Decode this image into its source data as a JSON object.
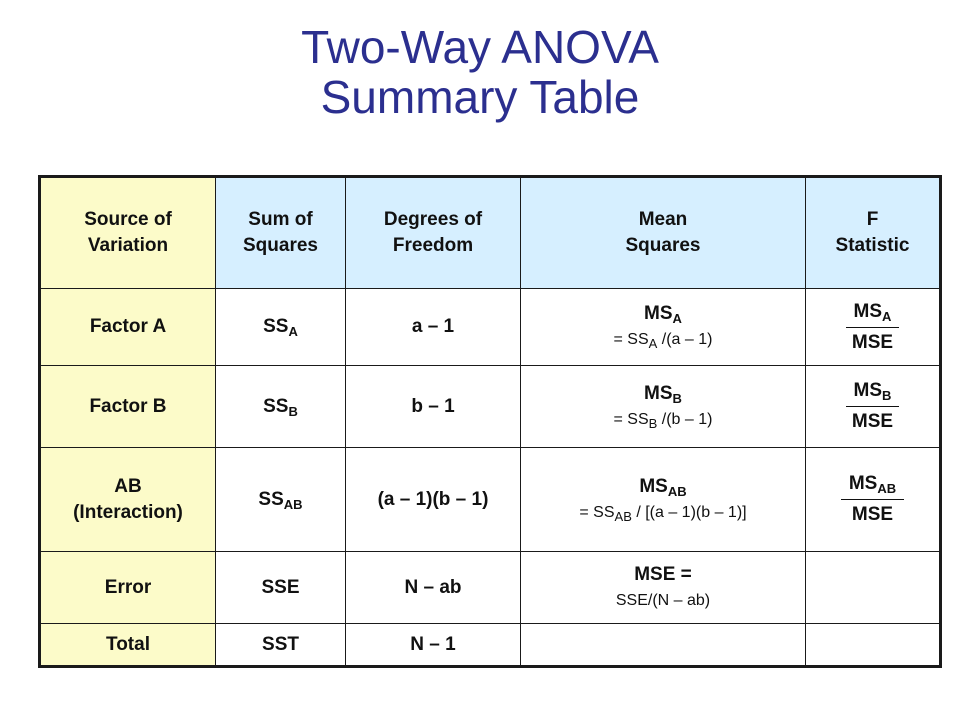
{
  "title": {
    "line1": "Two-Way ANOVA",
    "line2": "Summary Table"
  },
  "headers": {
    "source": [
      "Source of",
      "Variation"
    ],
    "ss": [
      "Sum of",
      "Squares"
    ],
    "df": [
      "Degrees of",
      "Freedom"
    ],
    "ms": [
      "Mean",
      "Squares"
    ],
    "f": [
      "F",
      "Statistic"
    ]
  },
  "rows": {
    "factor_a": {
      "source": "Factor A",
      "ss_base": "SS",
      "ss_sub": "A",
      "df": "a – 1",
      "ms_base": "MS",
      "ms_sub": "A",
      "ms_formula_pre": "= SS",
      "ms_formula_sub": "A",
      "ms_formula_post": " /(a – 1)",
      "f_num_base": "MS",
      "f_num_sub": "A",
      "f_den": "MSE"
    },
    "factor_b": {
      "source": "Factor B",
      "ss_base": "SS",
      "ss_sub": "B",
      "df": "b – 1",
      "ms_base": "MS",
      "ms_sub": "B",
      "ms_formula_pre": "= SS",
      "ms_formula_sub": "B",
      "ms_formula_post": " /(b – 1)",
      "f_num_base": "MS",
      "f_num_sub": "B",
      "f_den": "MSE"
    },
    "interaction": {
      "source_line1": "AB",
      "source_line2": "(Interaction)",
      "ss_base": "SS",
      "ss_sub": "AB",
      "df": "(a – 1)(b – 1)",
      "ms_base": "MS",
      "ms_sub": "AB",
      "ms_formula_pre": "= SS",
      "ms_formula_sub": "AB",
      "ms_formula_post": " / [(a – 1)(b – 1)]",
      "f_num_base": "MS",
      "f_num_sub": "AB",
      "f_den": "MSE"
    },
    "error": {
      "source": "Error",
      "ss": "SSE",
      "df": "N – ab",
      "ms_line1": "MSE =",
      "ms_line2": "SSE/(N – ab)"
    },
    "total": {
      "source": "Total",
      "ss": "SST",
      "df": "N – 1"
    }
  }
}
